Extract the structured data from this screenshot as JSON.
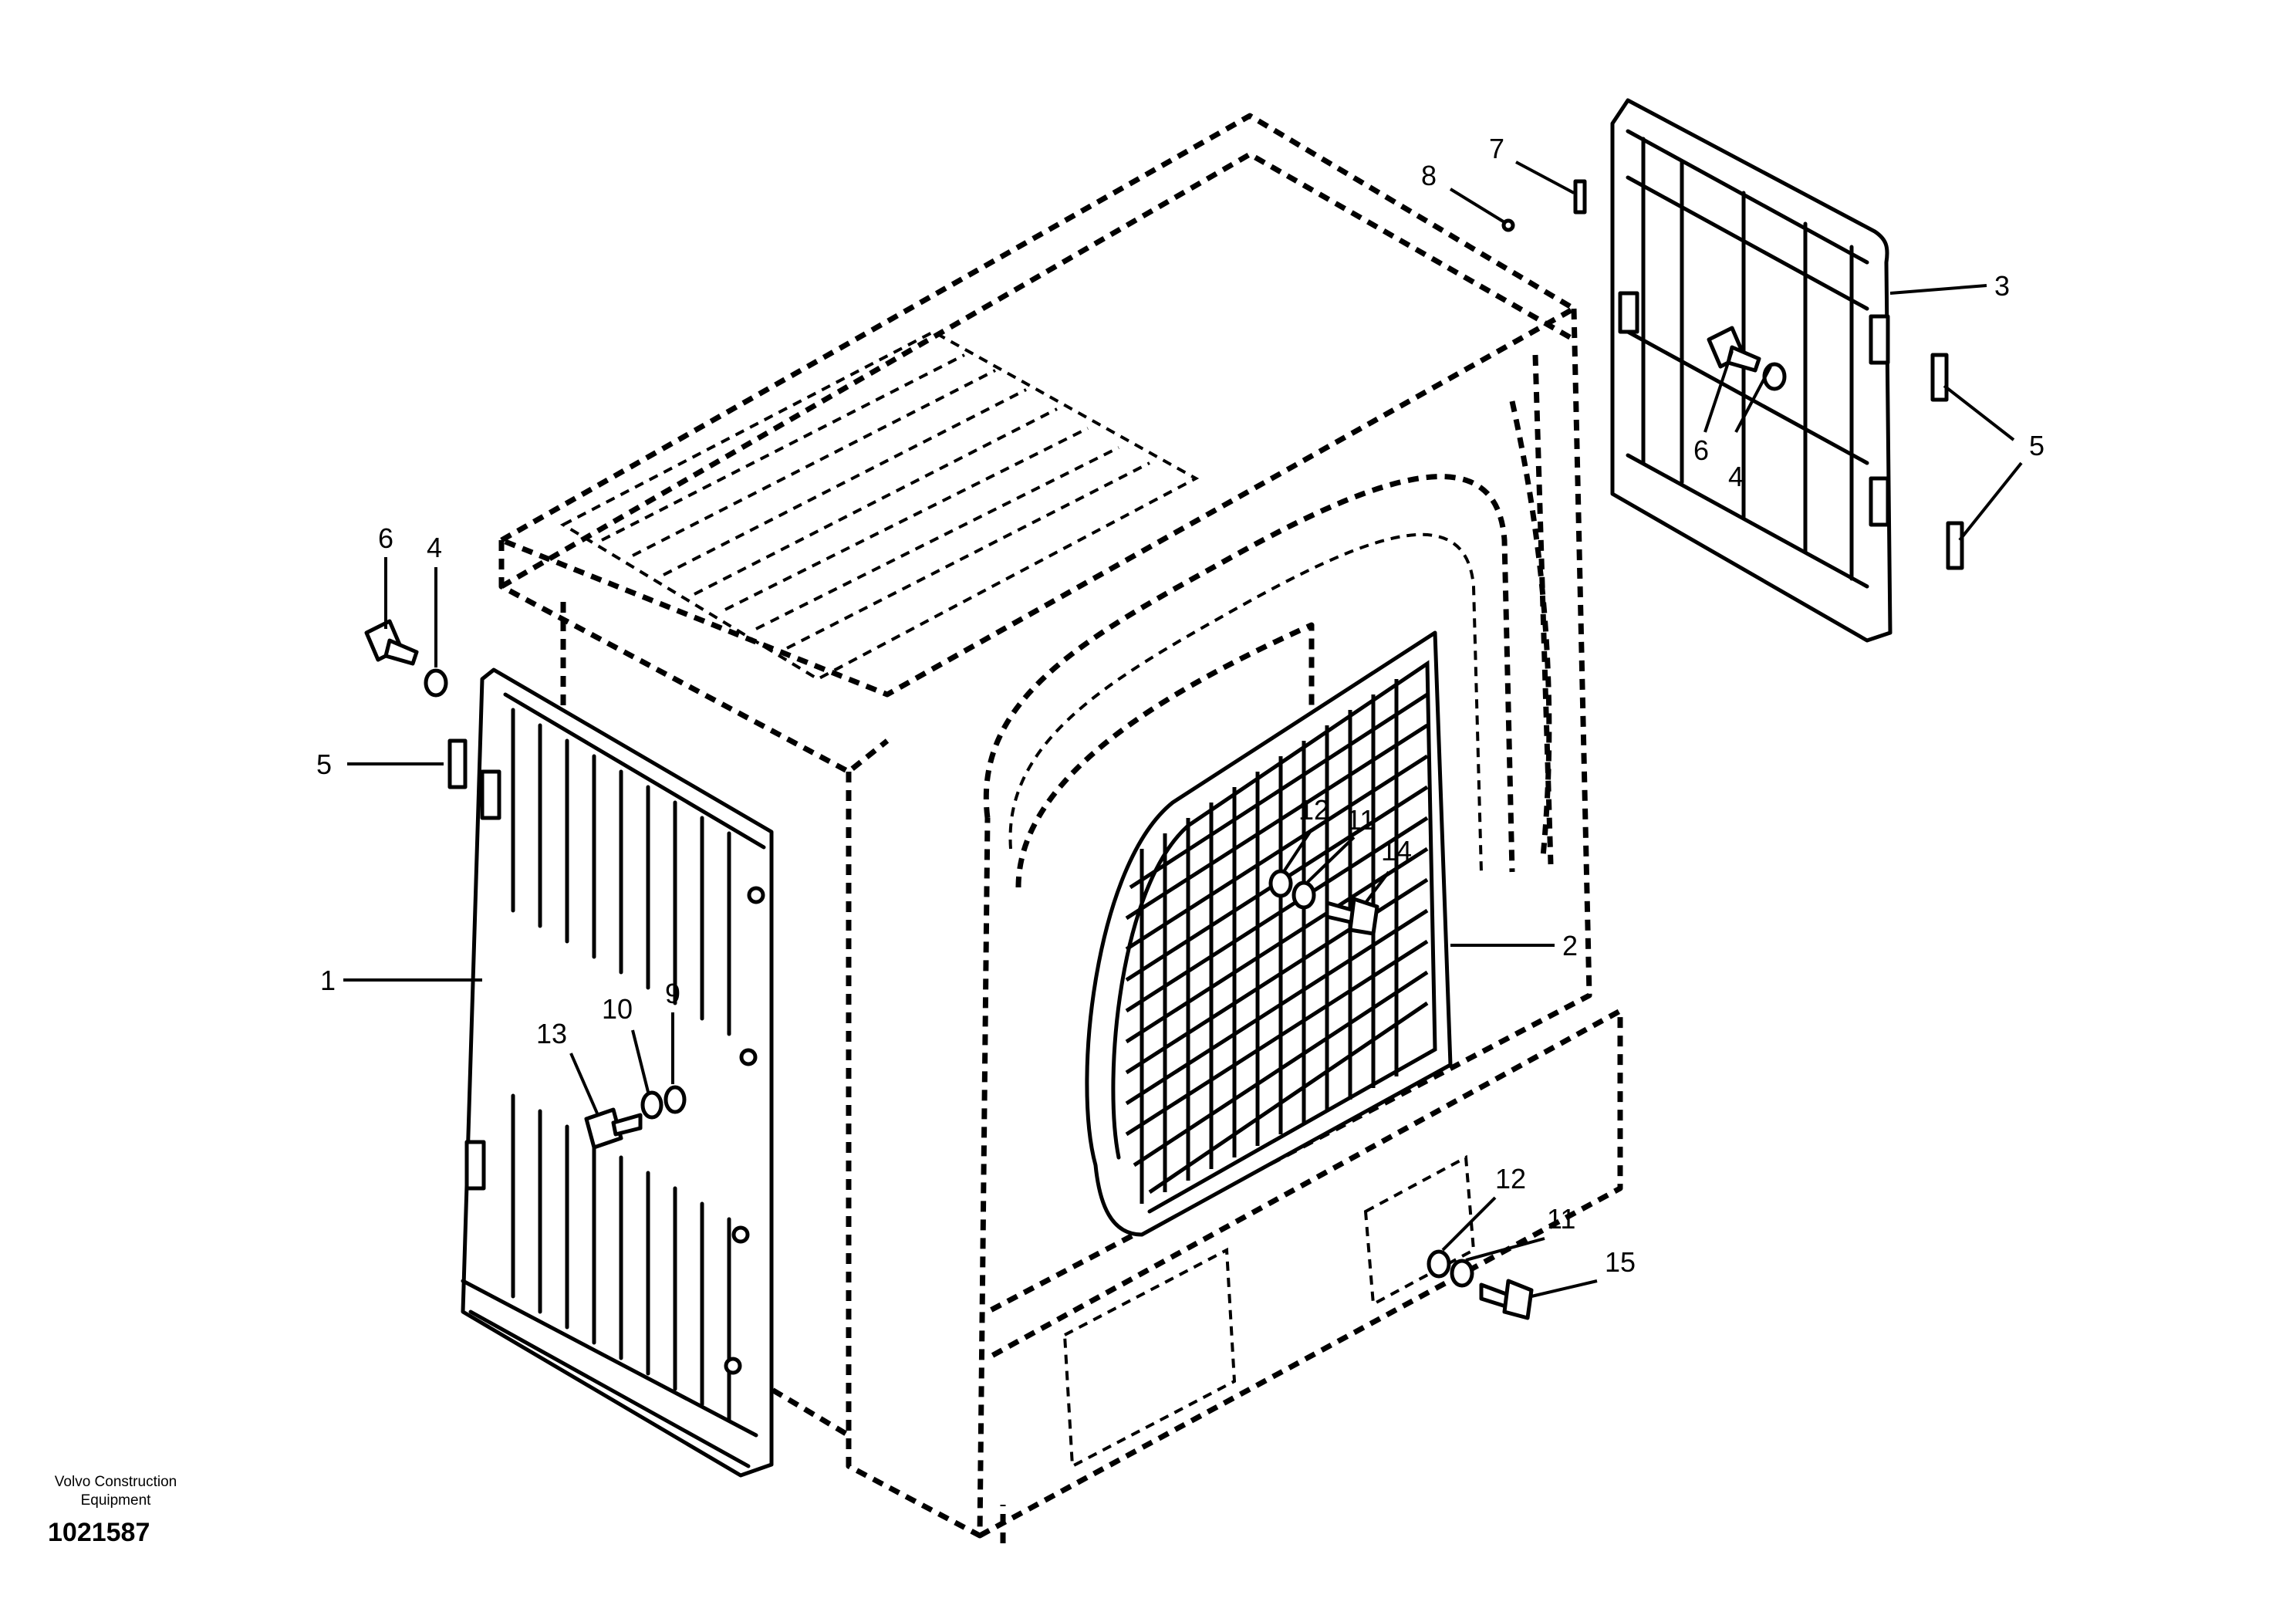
{
  "callouts": {
    "c1": "1",
    "c2": "2",
    "c3": "3",
    "c4_left": "4",
    "c4_right": "4",
    "c5_left": "5",
    "c5_right": "5",
    "c6_left": "6",
    "c6_right": "6",
    "c7": "7",
    "c8": "8",
    "c9": "9",
    "c10": "10",
    "c11_upper": "11",
    "c11_lower": "11",
    "c12_upper": "12",
    "c12_lower": "12",
    "c13": "13",
    "c14": "14",
    "c15": "15"
  },
  "footer": {
    "company_line1": "Volvo Construction",
    "company_line2": "Equipment",
    "drawing_number": "1021587"
  }
}
